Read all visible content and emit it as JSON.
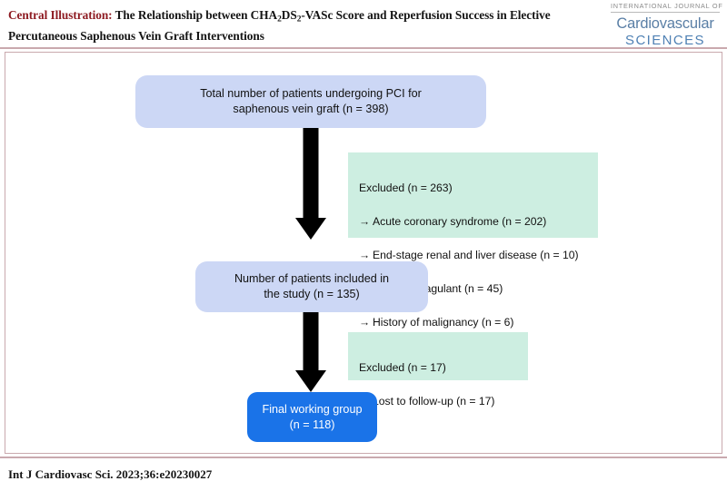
{
  "header": {
    "title_lead": "Central Illustration:",
    "title_rest_a": " The Relationship between CHA",
    "title_sub_1": "2",
    "title_rest_b": "DS",
    "title_sub_2": "2",
    "title_rest_c": "-VASc Score and Reperfusion Success in Elective Percutaneous Saphenous Vein Graft Interventions",
    "title_plain": "Central Illustration: The Relationship between CHA2DS2-VASc Score and Reperfusion Success in Elective Percutaneous Saphenous Vein Graft Interventions",
    "logo": {
      "line1": "INTERNATIONAL JOURNAL OF",
      "line2": "Cardiovascular",
      "line3": "SCIENCES"
    }
  },
  "flowchart": {
    "nodes": [
      {
        "id": "total-patients",
        "text": "Total number of patients undergoing PCI for\nsaphenous vein graft (n = 398)",
        "color": "#ccd7f5"
      },
      {
        "id": "included-patients",
        "text": "Number of patients included in\nthe study (n = 135)",
        "color": "#ccd7f5"
      },
      {
        "id": "final-group",
        "text": "Final working group\n(n = 118)",
        "color": "#1a73e8"
      }
    ],
    "excluded_1": {
      "heading": "Excluded (n = 263)",
      "arrow_glyph": "→",
      "items": [
        "Acute coronary syndrome (n = 202)",
        "End-stage renal and liver disease (n = 10)",
        "Use anticoagulant (n = 45)",
        "History of malignancy (n = 6)"
      ],
      "color": "#cdeee1"
    },
    "excluded_2": {
      "heading": "Excluded (n = 17)",
      "arrow_glyph": "→",
      "items": [
        "Lost to follow-up (n = 17)"
      ],
      "color": "#cdeee1"
    }
  },
  "footer": {
    "citation": "Int J Cardiovasc Sci. 2023;36:e20230027"
  },
  "colors": {
    "accent_border": "#c9a9ae",
    "title_red": "#8e1b22",
    "lavender_box": "#ccd7f5",
    "green_box": "#cdeee1",
    "blue_box": "#1a73e8",
    "logo_blue": "#4f81b4"
  }
}
